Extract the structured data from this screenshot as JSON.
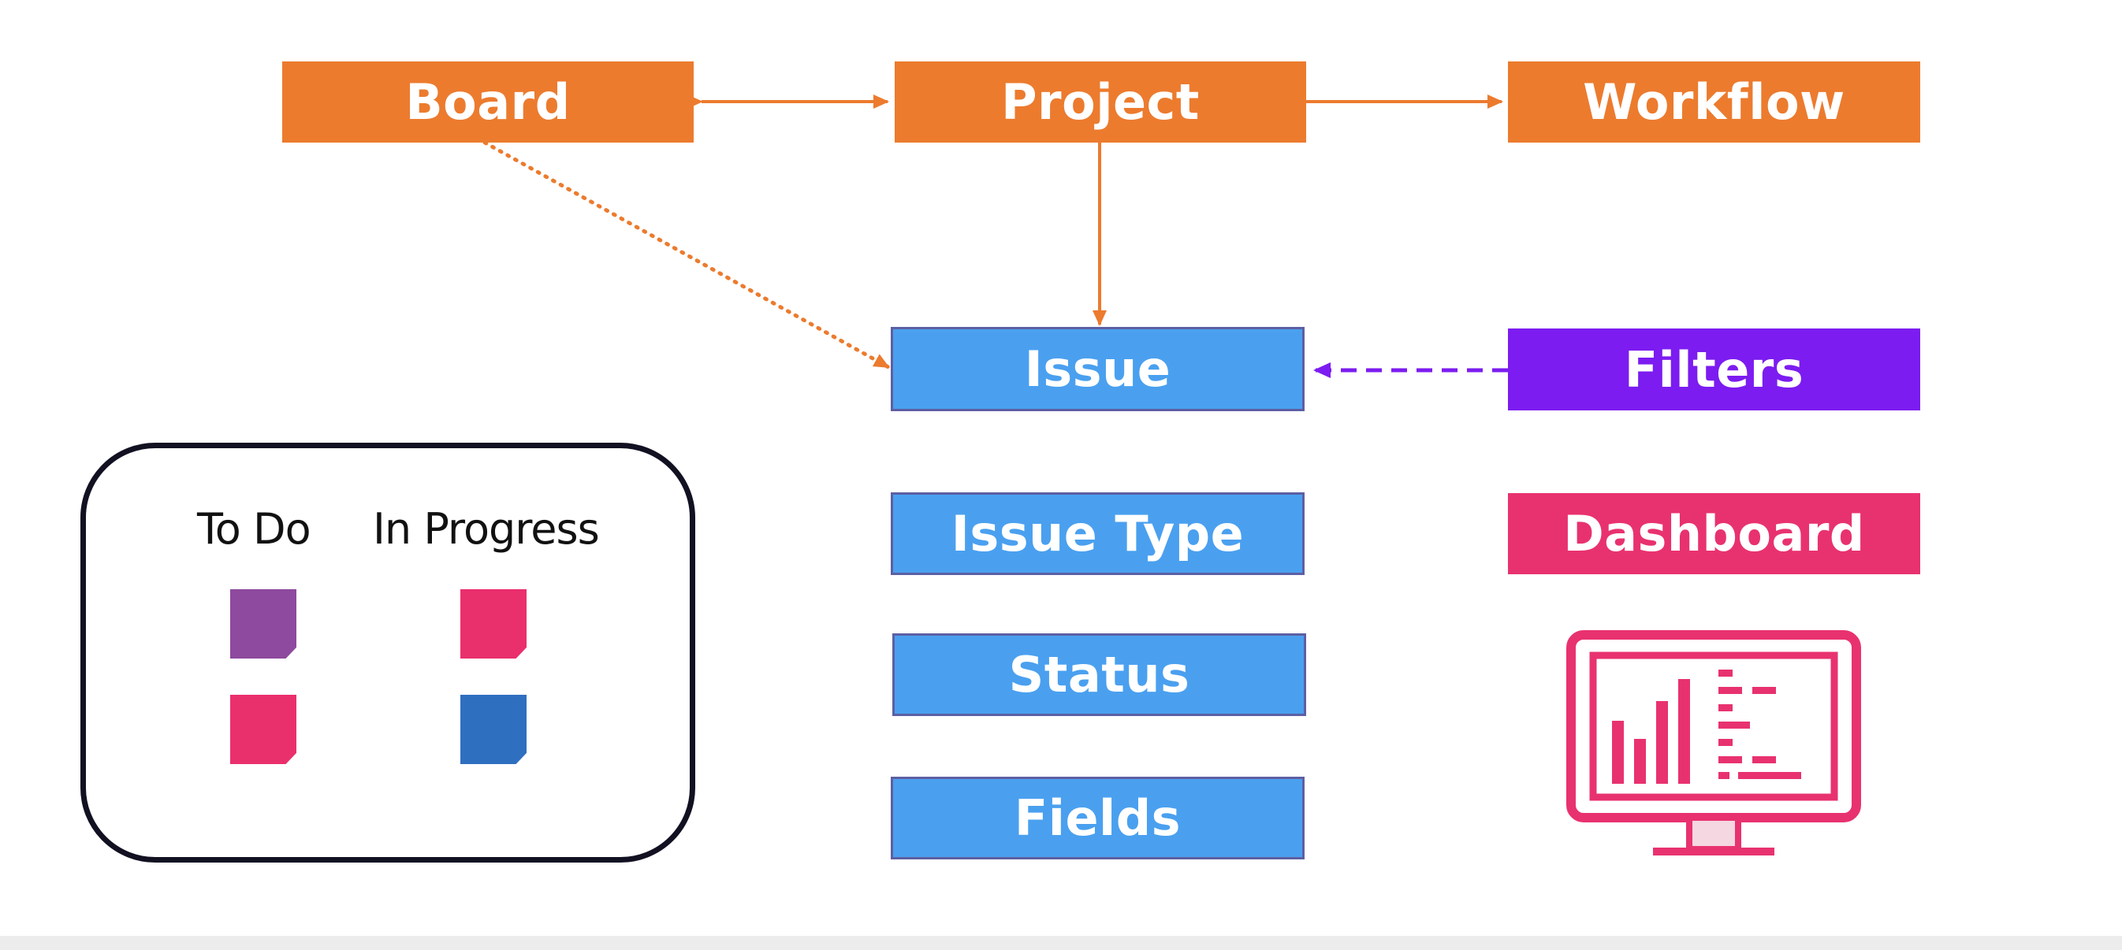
{
  "diagram": {
    "nodes": {
      "board": "Board",
      "project": "Project",
      "workflow": "Workflow",
      "issue": "Issue",
      "issue_type": "Issue Type",
      "status": "Status",
      "fields": "Fields",
      "filters": "Filters",
      "dashboard": "Dashboard"
    },
    "board_illustration": {
      "columns": [
        "To Do",
        "In Progress"
      ]
    }
  },
  "colors": {
    "orange": "#ec7b2e",
    "blue": "#4aa0ef",
    "purple": "#7c1cf0",
    "pink": "#e8326f",
    "card_purple": "#8e4a9e",
    "card_pink": "#ea2f6d",
    "card_blue": "#2f6fc0"
  },
  "icons": [
    "dashboard-monitor-chart-icon"
  ]
}
